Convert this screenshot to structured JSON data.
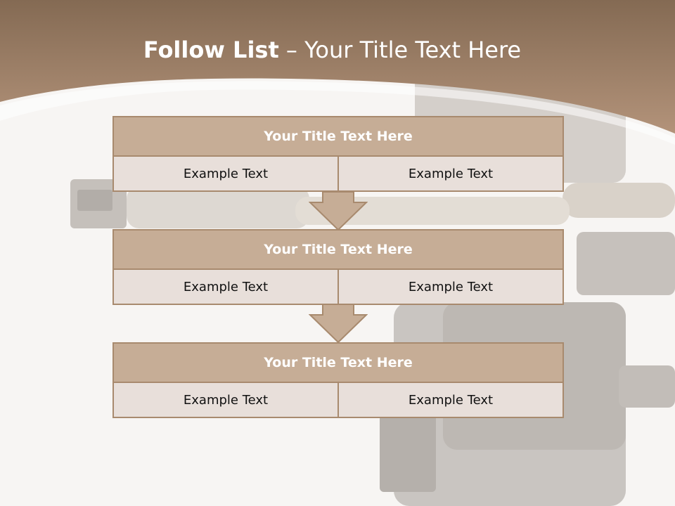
{
  "title": {
    "bold": "Follow List",
    "rest": " – Your Title Text Here"
  },
  "rows": [
    {
      "title": "Your Title Text Here",
      "cells": [
        "Example Text",
        "Example Text"
      ]
    },
    {
      "title": "Your Title Text Here",
      "cells": [
        "Example Text",
        "Example Text"
      ]
    },
    {
      "title": "Your Title Text Here",
      "cells": [
        "Example Text",
        "Example Text"
      ]
    }
  ],
  "colors": {
    "header_band": "#9a7c5e",
    "box_fill": "#c6ad96",
    "cell_fill": "#e8dfda",
    "border": "#a88a6e"
  }
}
